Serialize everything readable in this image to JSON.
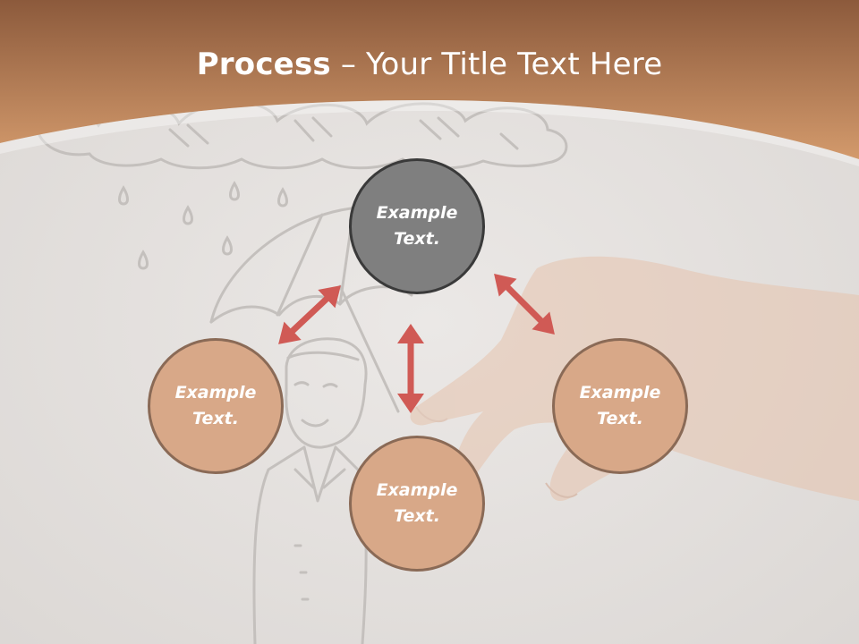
{
  "slide": {
    "title_bold": "Process",
    "title_rest": " – Your Title Text Here",
    "colors": {
      "header_top": "#8c5a3c",
      "header_bottom": "#d39a6c",
      "background": "#e4e1df",
      "center_node": "#7f7f7f",
      "outer_node": "#d8a888",
      "arrow": "#d05a55"
    }
  },
  "diagram": {
    "nodes": [
      {
        "id": "top",
        "label": "Example Text.",
        "line1": "Example",
        "line2": "Text."
      },
      {
        "id": "left",
        "label": "Example Text.",
        "line1": "Example",
        "line2": "Text."
      },
      {
        "id": "bottom",
        "label": "Example Text.",
        "line1": "Example",
        "line2": "Text."
      },
      {
        "id": "right",
        "label": "Example Text.",
        "line1": "Example",
        "line2": "Text."
      }
    ],
    "arrows": [
      "top-left",
      "top-bottom",
      "top-right"
    ],
    "background_art": [
      "rain-cloud-sketch",
      "man-with-umbrella-sketch",
      "hand-photo"
    ]
  }
}
